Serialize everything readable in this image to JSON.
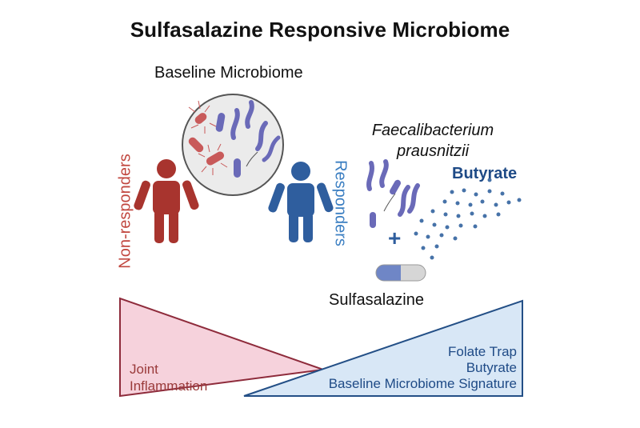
{
  "title": "Sulfasalazine Responsive Microbiome",
  "baseline_label": "Baseline Microbiome",
  "groups": {
    "non_responders": "Non-responders",
    "responders": "Responders"
  },
  "bacterium": {
    "line1": "Faecalibacterium",
    "line2": "prausnitzii"
  },
  "butyrate_label": "Butyrate",
  "plus_sign": "+",
  "drug_label": "Sulfasalazine",
  "left_wedge": {
    "line1": "Joint",
    "line2": "Inflammation"
  },
  "right_wedge": {
    "line1": "Folate Trap",
    "line2": "Butyrate",
    "line3": "Baseline Microbiome Signature"
  },
  "colors": {
    "non_responder": "#a8342e",
    "responder": "#2f5e9e",
    "bacteria_purple": "#6a6ab8",
    "bacteria_red": "#c85a5a",
    "butyrate_dots": "#4672a8",
    "left_wedge_fill": "#f6d2dc",
    "left_wedge_stroke": "#8e2b3b",
    "right_wedge_fill": "#d8e7f6",
    "right_wedge_stroke": "#234f86"
  }
}
